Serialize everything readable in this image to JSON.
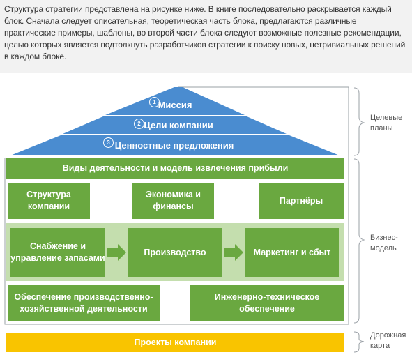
{
  "intro_text": "Структура стратегии представлена на рисунке ниже. В книге последовательно раскрывается каждый блок. Сначала следует описательная, теоретическая часть блока, предлагаются различные практические примеры, шаблоны, во второй части блока следуют возможные полезные рекомендации, целью которых является подтолкнуть разработчиков стратегии к поиску новых, нетривиальных решений в каждом блоке.",
  "roof": {
    "items": [
      {
        "num": "1",
        "label": "Миссия"
      },
      {
        "num": "2",
        "label": "Цели компании"
      },
      {
        "num": "3",
        "label": "Ценностные предложения"
      }
    ]
  },
  "business": {
    "top_bar": "Виды деятельности и модель извлечения прибыли",
    "row1": [
      "Структура компании",
      "Экономика и финансы",
      "Партнёры"
    ],
    "chain": [
      "Снабжение и управление запасами",
      "Производство",
      "Маркетинг и сбыт"
    ],
    "row3": [
      "Обеспечение производственно-хозяйственной деятельности",
      "Инженерно-техническое обеспечение"
    ]
  },
  "projects": "Проекты компании",
  "side_labels": {
    "targets": "Целевые планы",
    "business_model": "Бизнес-модель",
    "roadmap": "Дорожная карта"
  },
  "colors": {
    "roof_blue": "#4a8cd0",
    "green": "#6aa840",
    "light_green": "#c4deae",
    "yellow": "#f9c400"
  }
}
